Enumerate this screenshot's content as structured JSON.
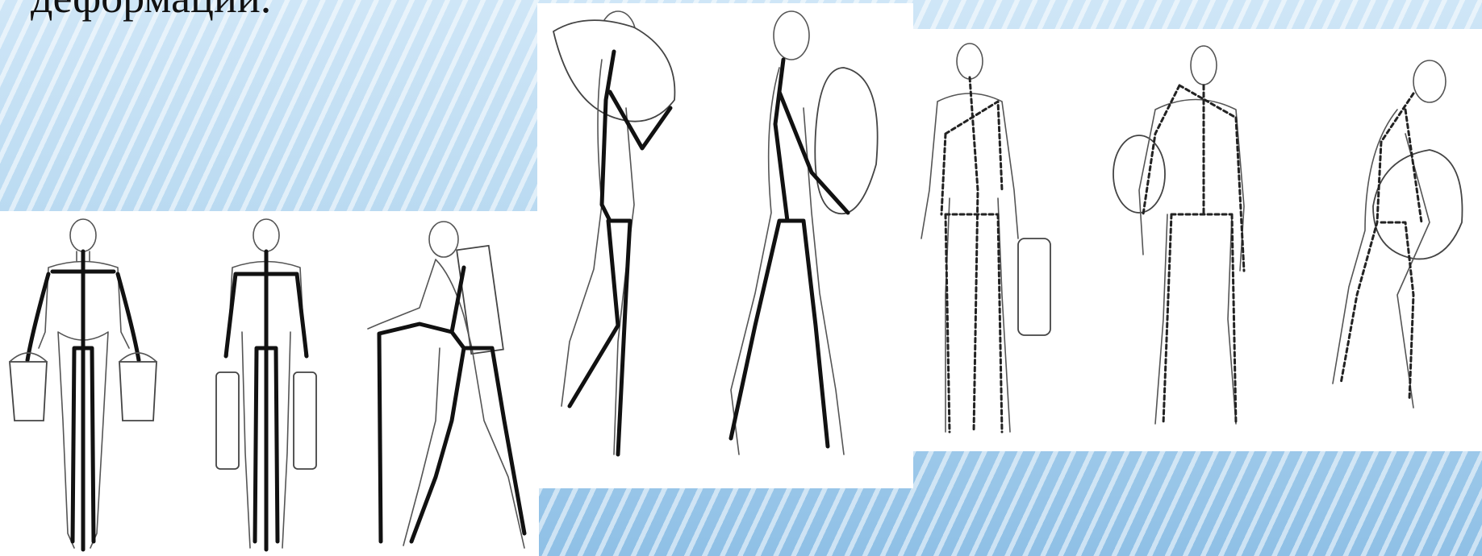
{
  "slide": {
    "heading_fragment": "деформации."
  },
  "figures": [
    {
      "panel": "left",
      "pose": "standing-two-buckets"
    },
    {
      "panel": "left",
      "pose": "standing-two-bags"
    },
    {
      "panel": "left",
      "pose": "walking-cane-backpack"
    },
    {
      "panel": "mid",
      "pose": "walking-pillow-on-shoulder"
    },
    {
      "panel": "mid",
      "pose": "walking-bag-in-front"
    },
    {
      "panel": "right",
      "pose": "standing-one-bag"
    },
    {
      "panel": "right",
      "pose": "standing-load-under-arm"
    },
    {
      "panel": "right",
      "pose": "bent-carrying-sack"
    }
  ],
  "colors": {
    "background": "#b6d8f0",
    "panel": "#ffffff",
    "axis_line": "#111111",
    "outline": "#555555"
  }
}
